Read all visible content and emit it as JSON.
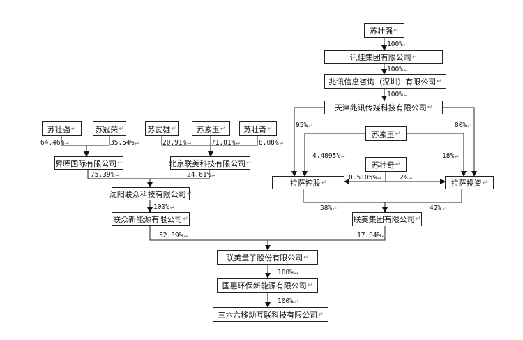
{
  "diagram": {
    "return_mark": "↵",
    "entities": {
      "su_zhuangqiang_top": "苏壮强",
      "xunjia_group": "讯佳集团有限公司",
      "zhaoxun_info": "兆讯信息咨询（深圳）有限公司",
      "tianjin_zhaoxun": "天津兆讯传媒科技有限公司",
      "su_suyu_right": "苏素玉",
      "su_zhuangqi_right": "苏壮奇",
      "lasa_holding": "拉萨控股",
      "lasa_invest": "拉萨投资",
      "lianmei_group": "联美集团有限公司",
      "su_zhuangqiang_left": "苏壮强",
      "su_guanrong": "苏冠荣",
      "su_wuxiong": "苏武雄",
      "su_suyu_mid": "苏素玉",
      "su_zhuangqi_mid": "苏壮奇",
      "shenghui_intl": "昇晖国际有限公司",
      "beijing_lianmei": "北京联美科技有限公司",
      "shenyang_lianzhong": "沈阳联众科技有限公司",
      "lianzhong_energy": "联众新能源有限公司",
      "lianmei_quantum": "联美量子股份有限公司",
      "guohui_env": "国惠环保新能源有限公司",
      "sanliuliu": "三六六移动互联科技有限公司"
    },
    "labels": {
      "p_top1": "100%",
      "p_top2": "100%",
      "p_top3": "100%",
      "p_95": "95%",
      "p_80": "80%",
      "p_4489": "4.4895%",
      "p_18": "18%",
      "p_05105": "0.5105%",
      "p_2": "2%",
      "p_58": "58%",
      "p_42": "42%",
      "p_6446": "64.46%",
      "p_3554": "35.54%",
      "p_2091": "20.91%",
      "p_7101": "71.01%",
      "p_808": "8.08%",
      "p_7539": "75.39%",
      "p_2461": "24.61%",
      "p_100_lz": "100%",
      "p_5239": "52.39%",
      "p_1704": "17.04%",
      "p_100_q1": "100%",
      "p_100_q2": "100%"
    }
  }
}
